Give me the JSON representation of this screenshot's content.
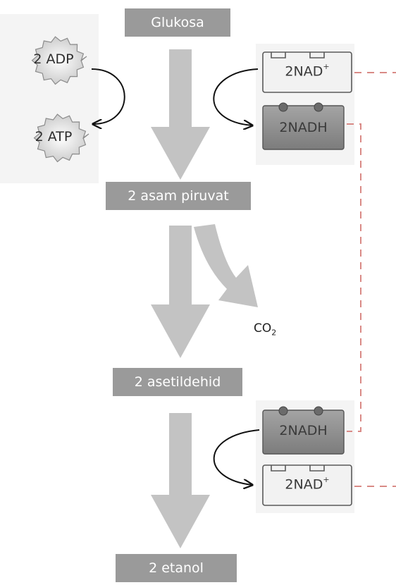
{
  "diagram": {
    "compounds": {
      "glukosa": "Glukosa",
      "asam_piruvat": "2 asam piruvat",
      "asetildehid": "2 asetildehid",
      "etanol": "2 etanol"
    },
    "energy": {
      "adp": "2 ADP",
      "atp": "2 ATP"
    },
    "carriers": {
      "nad_top_main": "2NAD",
      "nad_top_sup": "+",
      "nadh_top": "2NADH",
      "nadh_bottom": "2NADH",
      "nad_bottom_main": "2NAD",
      "nad_bottom_sup": "+"
    },
    "byproduct": {
      "co2_main": "CO",
      "co2_sub": "2"
    },
    "colors": {
      "main_arrow": "#c3c3c3",
      "label_box": "#9a9a9a",
      "dashed_line": "#d98a86",
      "nadh_box": "#8f8f8f",
      "nad_box": "#f2f2f2"
    }
  }
}
